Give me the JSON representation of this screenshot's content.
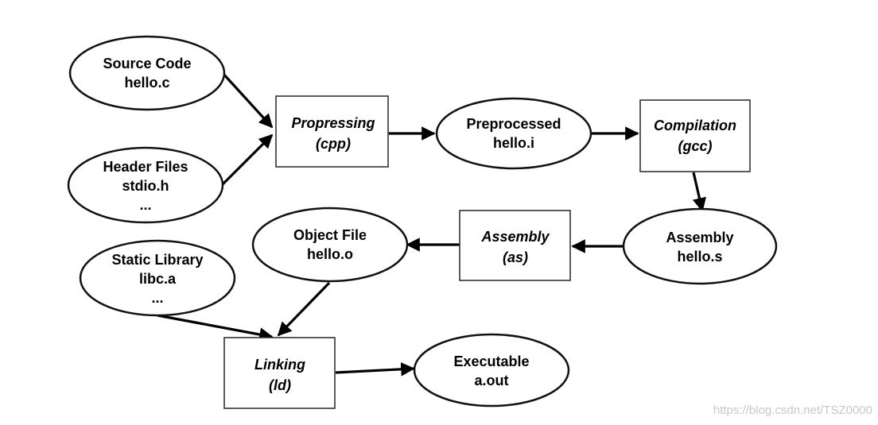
{
  "nodes": {
    "source_code": {
      "line1": "Source Code",
      "line2": "hello.c"
    },
    "header_files": {
      "line1": "Header Files",
      "line2": "stdio.h",
      "line3": "..."
    },
    "preprocessing": {
      "line1": "Propressing",
      "line2": "(cpp)"
    },
    "preprocessed": {
      "line1": "Preprocessed",
      "line2": "hello.i"
    },
    "compilation": {
      "line1": "Compilation",
      "line2": "(gcc)"
    },
    "assembly_file": {
      "line1": "Assembly",
      "line2": "hello.s"
    },
    "assembly": {
      "line1": "Assembly",
      "line2": "(as)"
    },
    "object_file": {
      "line1": "Object File",
      "line2": "hello.o"
    },
    "static_library": {
      "line1": "Static Library",
      "line2": "libc.a",
      "line3": "..."
    },
    "linking": {
      "line1": "Linking",
      "line2": "(ld)"
    },
    "executable": {
      "line1": "Executable",
      "line2": "a.out"
    }
  },
  "edges": [
    {
      "from": "source_code",
      "to": "preprocessing"
    },
    {
      "from": "header_files",
      "to": "preprocessing"
    },
    {
      "from": "preprocessing",
      "to": "preprocessed"
    },
    {
      "from": "preprocessed",
      "to": "compilation"
    },
    {
      "from": "compilation",
      "to": "assembly_file"
    },
    {
      "from": "assembly_file",
      "to": "assembly"
    },
    {
      "from": "assembly",
      "to": "object_file"
    },
    {
      "from": "object_file",
      "to": "linking"
    },
    {
      "from": "static_library",
      "to": "linking"
    },
    {
      "from": "linking",
      "to": "executable"
    }
  ],
  "watermark": "https://blog.csdn.net/TSZ0000"
}
